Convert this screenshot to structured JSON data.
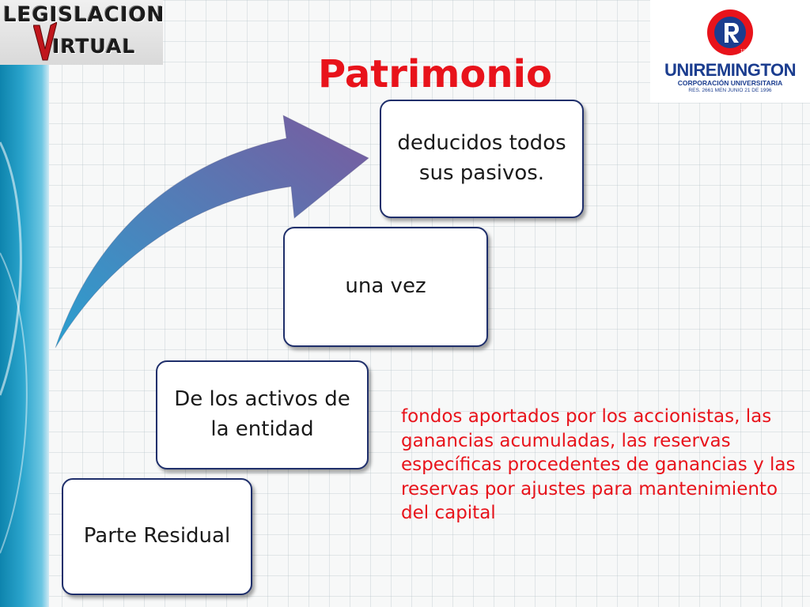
{
  "title": "Patrimonio",
  "logos": {
    "legislacion_virtual": {
      "line1": "LEGISLACION",
      "line2": "IRTUAL",
      "initial_icon": "stylized-v-icon"
    },
    "uniremington": {
      "emblem_icon": "r-emblem-icon",
      "emblem_year": "1915",
      "name": "UNIREMINGTON",
      "subtitle": "CORPORACIÓN UNIVERSITARIA",
      "resolution": "RES. 2661 MEN JUNIO 21 DE 1996"
    }
  },
  "steps": [
    {
      "label": "Parte Residual"
    },
    {
      "label": "De los activos de la entidad"
    },
    {
      "label": "una vez"
    },
    {
      "label": "deducidos todos sus pasivos."
    }
  ],
  "note": "fondos aportados por los accionistas, las ganancias acumuladas, las reservas específicas procedentes de ganancias y las reservas por ajustes para mantenimiento del capital",
  "colors": {
    "title": "#e8131b",
    "note_text": "#e8131b",
    "box_border": "#1f2f6b",
    "arrow_start": "#2aa0d0",
    "arrow_end": "#7a5a9e",
    "side_bar": "#1a90bb",
    "brand_blue": "#1b3d8f"
  },
  "icons": {
    "process_arrow": "curved-arrow-icon"
  }
}
